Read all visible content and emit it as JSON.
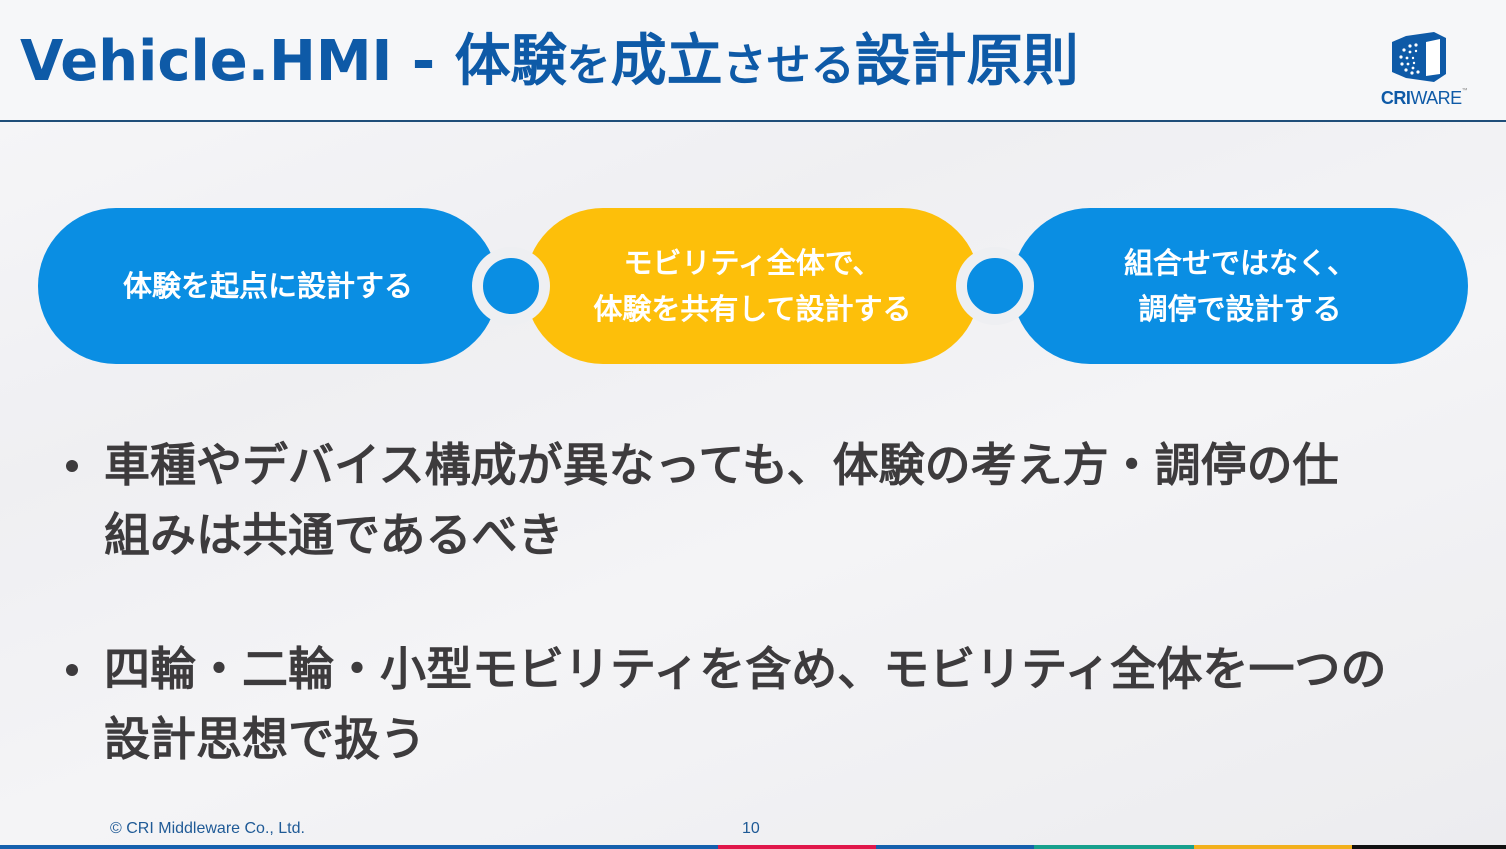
{
  "slide": {
    "title_parts": [
      {
        "text": "Vehicle.HMI - 体験",
        "size": "big"
      },
      {
        "text": "を",
        "size": "small"
      },
      {
        "text": "成立",
        "size": "big"
      },
      {
        "text": "させる",
        "size": "small"
      },
      {
        "text": "設計原則",
        "size": "big"
      }
    ],
    "title_full": "Vehicle.HMI - 体験を成立させる設計原則",
    "title_color": "#0e5aa7",
    "logo": {
      "name": "CRIWARE",
      "text_bold": "CRI",
      "text_regular": "WARE",
      "trademark": "™"
    }
  },
  "flow": {
    "pills": [
      {
        "lines": [
          "体験を起点に設計する"
        ],
        "color": "#0a8ee3"
      },
      {
        "lines": [
          "モビリティ全体で、",
          "体験を共有して設計する"
        ],
        "color": "#fdbf0a"
      },
      {
        "lines": [
          "組合せではなく、",
          "調停で設計する"
        ],
        "color": "#0a8ee3"
      }
    ],
    "connector_color": "#0a8ee3"
  },
  "bullets": [
    {
      "line1": "車種やデバイス構成が異なっても、体験の考え方・調停の仕",
      "line2": "組みは共通であるべき"
    },
    {
      "line1": "四輪・二輪・小型モビリティを含め、モビリティ全体を一つの",
      "line2": "設計思想で扱う"
    }
  ],
  "footer": {
    "copyright": "© CRI Middleware Co., Ltd.",
    "page_number": "10",
    "bar_colors": [
      "#1560ad",
      "#e0174a",
      "#1560ad",
      "#17a08d",
      "#f2b01c",
      "#111111"
    ]
  }
}
